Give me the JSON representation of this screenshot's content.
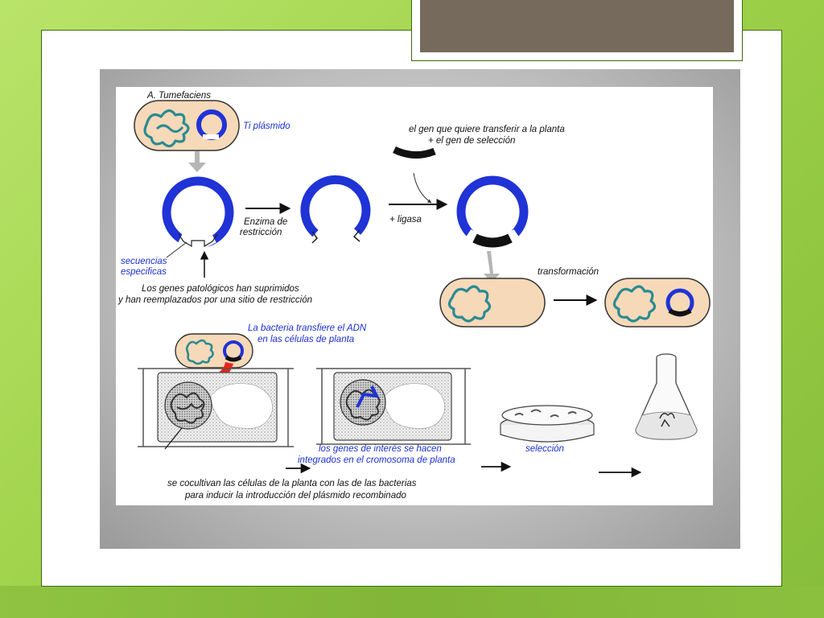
{
  "labels": {
    "a_tumefaciens": "A. Tumefaciens",
    "ti_plasmid": "Ti plásmido",
    "gen_line1": "el gen que quiere transferir a la planta",
    "gen_line2": "+ el gen de selección",
    "enzima_line1": "Enzima de",
    "enzima_line2": "restricción",
    "ligasa": "+ ligasa",
    "secuencias_line1": "secuencias",
    "secuencias_line2": "especificas",
    "genes_pat_line1": "Los genes patológicos han suprimidos",
    "genes_pat_line2": "y han reemplazados por una sitio de restricción",
    "transformacion": "transformación",
    "bacteria_line1": "La bacteria transfiere el ADN",
    "bacteria_line2": "en las células de planta",
    "genes_interes_line1": "los genes de interés se hacen",
    "genes_interes_line2": "integrados en el cromosoma de planta",
    "seleccion": "selección",
    "cocultivan_line1": "se cocultivan las células de la planta con las de las bacterias",
    "cocultivan_line2": "para inducir la introducción del plásmido recombinado"
  },
  "colors": {
    "plasmid_blue": "#1f33d6",
    "label_blue": "#1a2fd1",
    "cell_fill": "#f6d9b8",
    "title_box": "#756a5b",
    "arrow_red": "#e8261c",
    "slide_green": "#a6d651"
  }
}
